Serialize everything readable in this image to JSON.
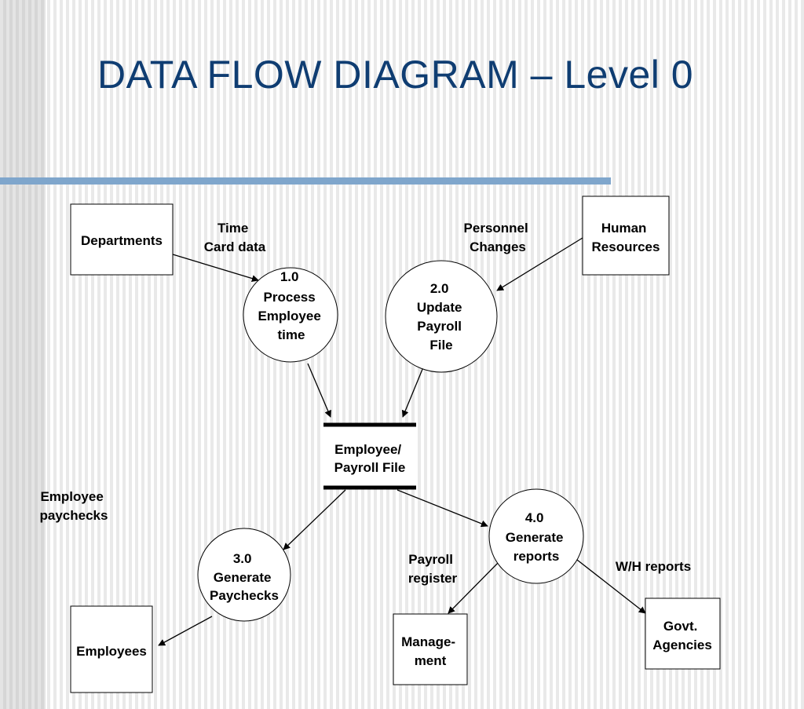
{
  "title": "DATA FLOW DIAGRAM – Level 0",
  "entities": {
    "departments": "Departments",
    "human_resources": [
      "Human",
      "Resources"
    ],
    "employees": "Employees",
    "management": [
      "Manage-",
      "ment"
    ],
    "govt_agencies": [
      "Govt.",
      "Agencies"
    ]
  },
  "processes": {
    "p1": [
      "1.0",
      "Process",
      "Employee",
      "time"
    ],
    "p2": [
      "2.0",
      "Update",
      "Payroll",
      "File"
    ],
    "p3": [
      "3.0",
      "Generate",
      "Paychecks"
    ],
    "p4": [
      "4.0",
      "Generate",
      "reports"
    ]
  },
  "data_store": [
    "Employee/",
    "Payroll File"
  ],
  "flows": {
    "time_card": [
      "Time",
      "Card data"
    ],
    "personnel": [
      "Personnel",
      "Changes"
    ],
    "paychecks": [
      "Employee",
      "paychecks"
    ],
    "payroll_register": [
      "Payroll",
      "register"
    ],
    "wh_reports": "W/H reports"
  }
}
